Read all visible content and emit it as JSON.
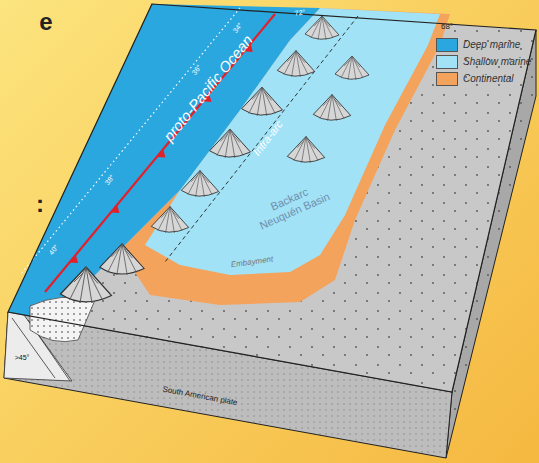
{
  "diagram": {
    "labels": [
      "e",
      ":",
      "proto-Pacific Ocean",
      "Intra-arc",
      "Backarc Neuquén Basin",
      "Embayment",
      "34°",
      "72°",
      "36°",
      "38°",
      "40°",
      "68°",
      "South American plate",
      ">45°"
    ],
    "legend": [
      {
        "text": "Deep marine",
        "color": "#2aa7df"
      },
      {
        "text": "Shallow marine",
        "color": "#a2e2f6"
      },
      {
        "text": "Continental",
        "color": "#f4a35c"
      }
    ]
  }
}
